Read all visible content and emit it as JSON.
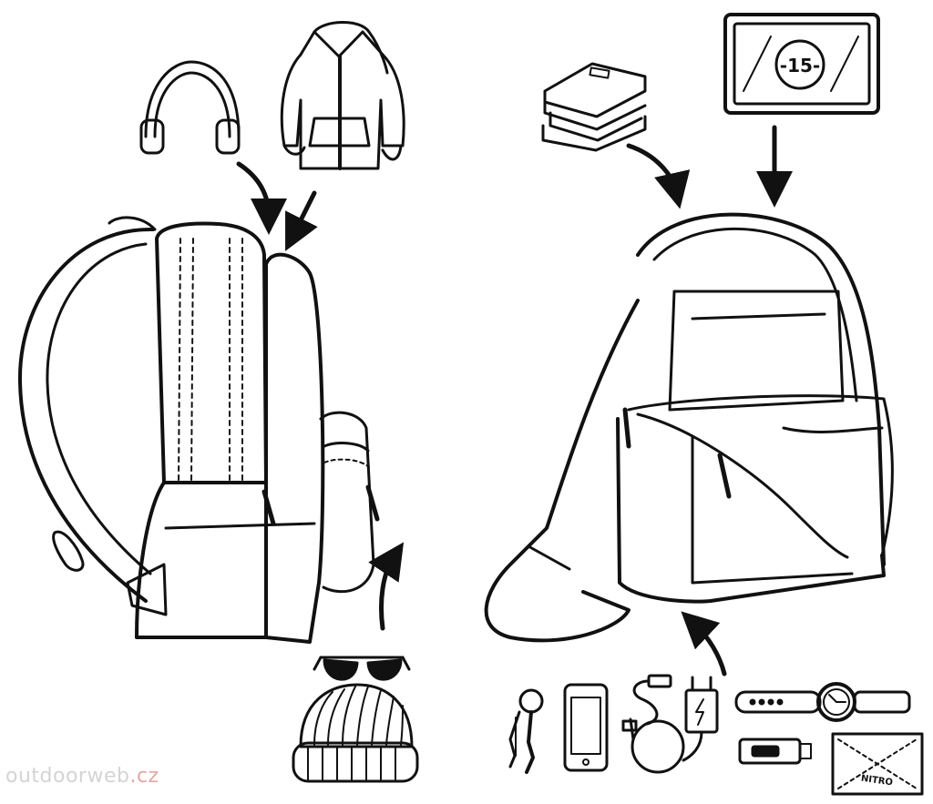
{
  "watermark": {
    "main": "outdoorweb",
    "suffix": ".cz"
  },
  "laptop_badge": "-15-",
  "wallet_logo": "NITRO",
  "colors": {
    "ink": "#111111",
    "paper": "#ffffff",
    "watermark_gray": "#d4d4d4",
    "watermark_red": "#e6a6a6"
  },
  "icons": [
    "headphones-icon",
    "hoodie-icon",
    "books-icon",
    "laptop-icon",
    "sunglasses-icon",
    "beanie-icon",
    "keys-icon",
    "smartphone-icon",
    "charging-cable-icon",
    "charger-icon",
    "watch-icon",
    "usb-drive-icon",
    "wallet-icon"
  ]
}
